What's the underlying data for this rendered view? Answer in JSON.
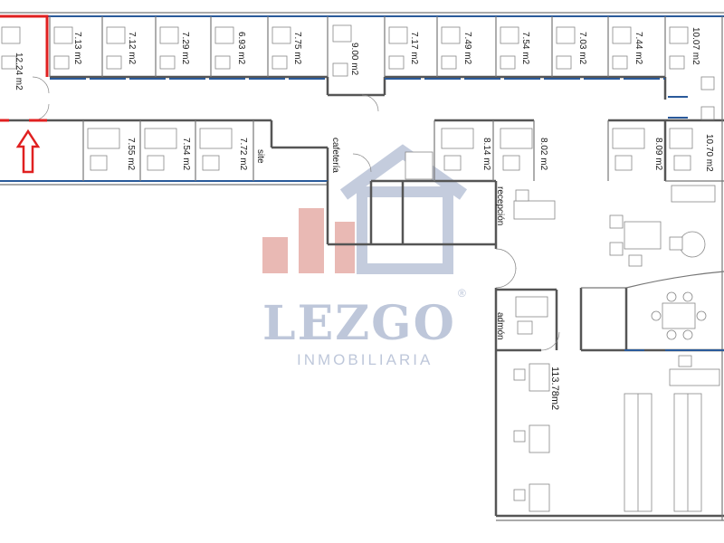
{
  "rooms_top": [
    "7.13 m2",
    "7.12 m2",
    "7.29 m2",
    "6.93 m2",
    "7.75 m2",
    "9.00 m2",
    "7.17 m2",
    "7.49 m2",
    "7.54 m2",
    "7.03 m2",
    "7.44 m2",
    "10.07 m2"
  ],
  "room_corner": "12.24 m2",
  "rooms_mid_left": [
    "7.55 m2",
    "7.54 m2",
    "7.72 m2"
  ],
  "label_site": "site",
  "label_cafeteria": "cafetería",
  "rooms_mid_right": [
    "8.14 m2",
    "8.02 m2",
    "8.09 m2",
    "10.70 m2"
  ],
  "label_reception": "recepción",
  "label_admin": "admón",
  "room_open_office": "113.78m2",
  "watermark": {
    "brand": "LEZGO",
    "registered": "®",
    "sub": "INMOBILIARIA",
    "color": "#8a9bbd",
    "accent_color": "#c0392b"
  },
  "highlight_color": "#e02020",
  "arrow_icon": "up-arrow-icon"
}
